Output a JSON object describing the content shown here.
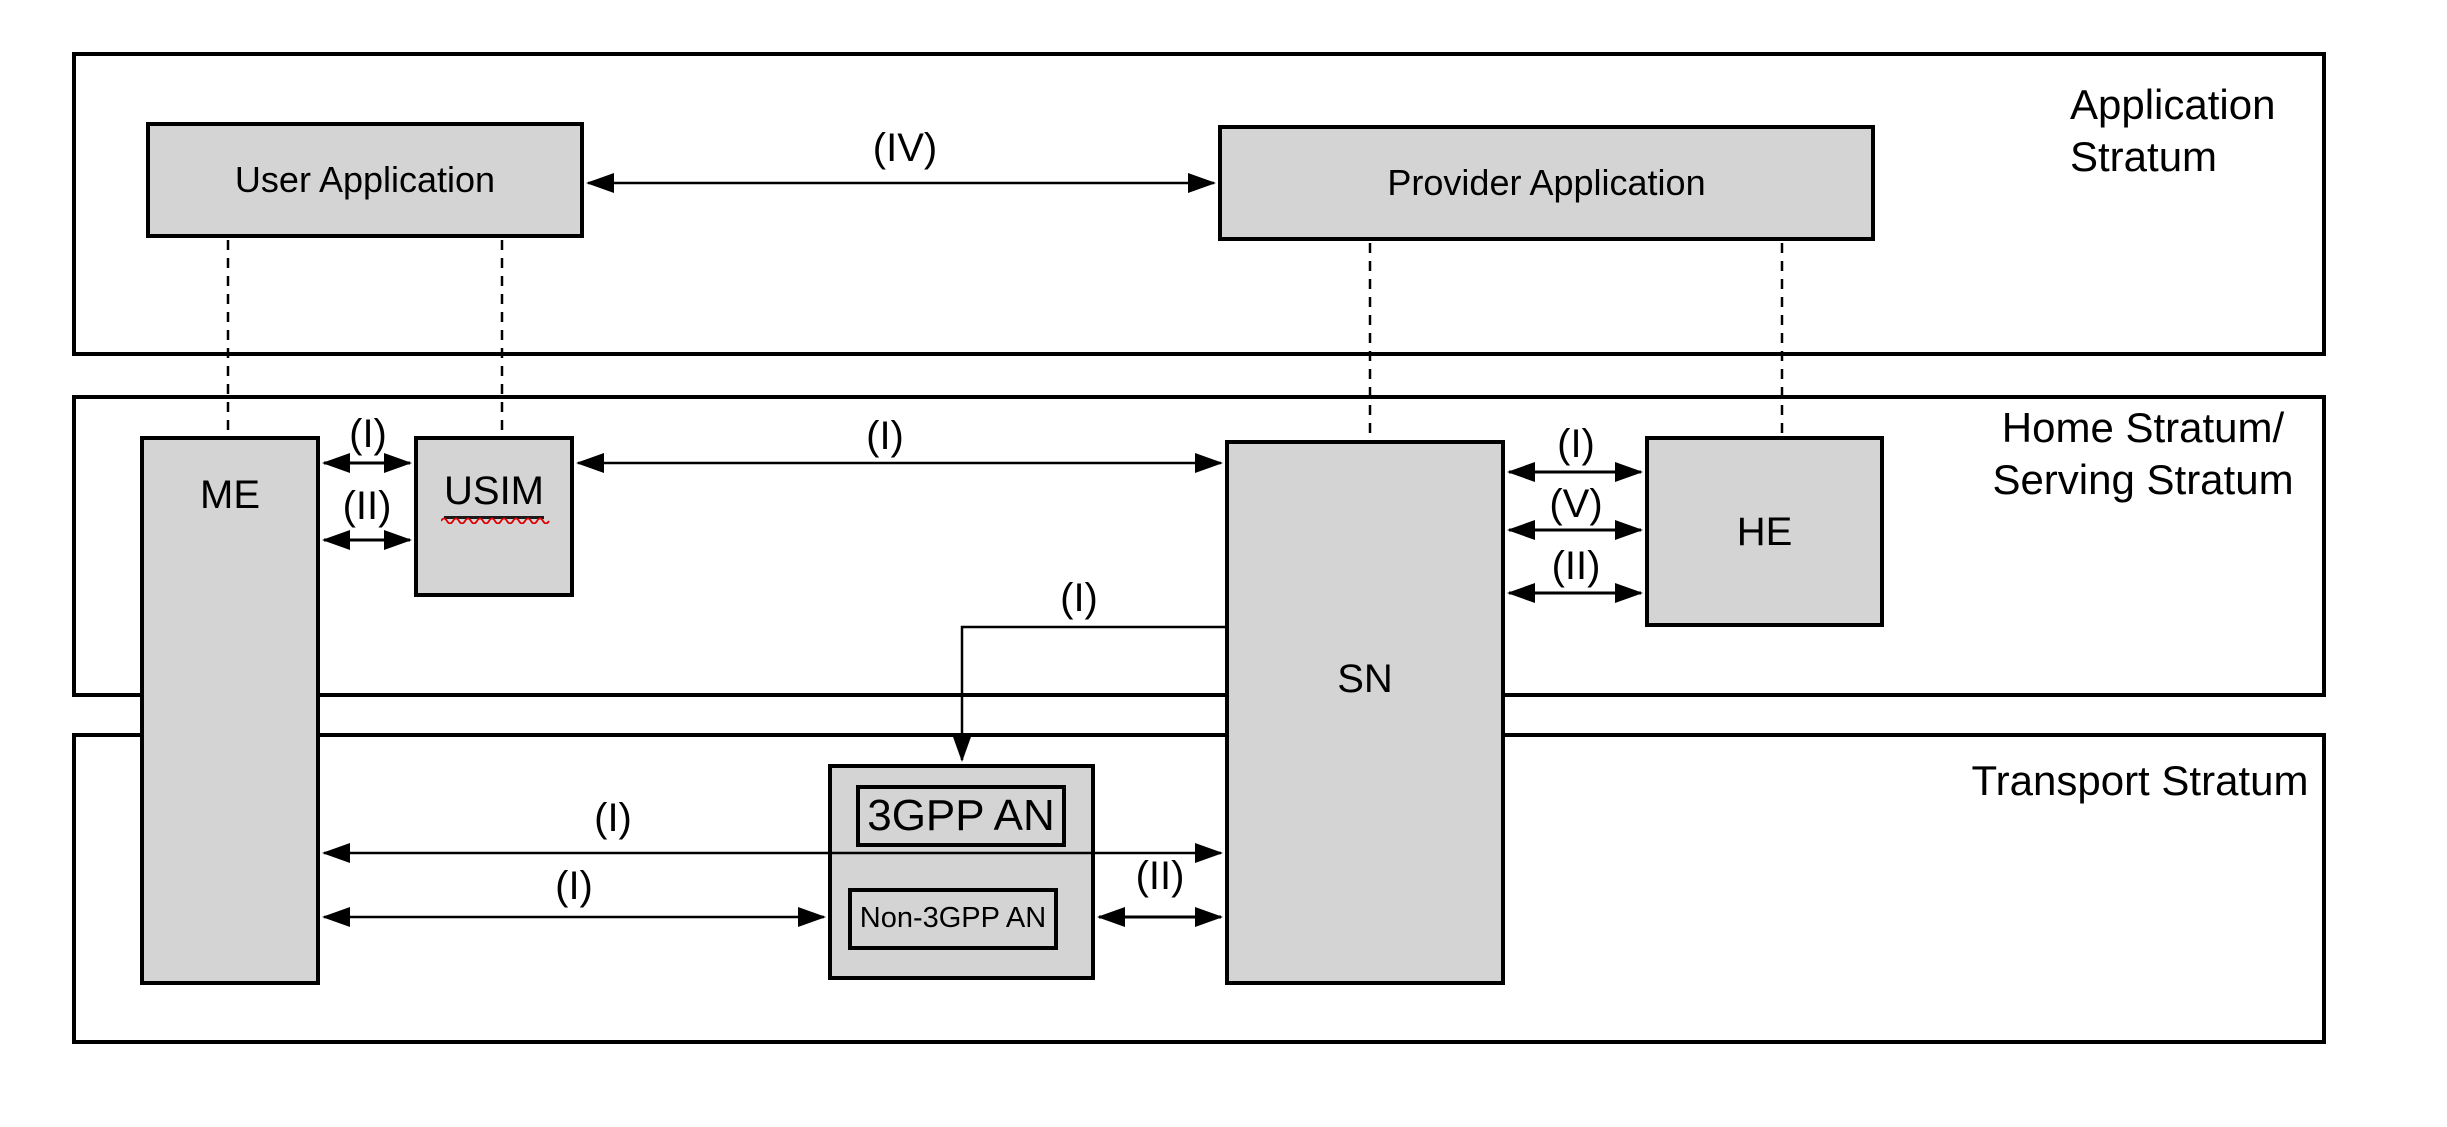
{
  "strata": {
    "application": {
      "line1": "Application",
      "line2": "Stratum"
    },
    "home": {
      "line1": "Home Stratum/",
      "line2": "Serving Stratum"
    },
    "transport": {
      "label": "Transport Stratum"
    }
  },
  "nodes": {
    "user_application": {
      "label": "User Application"
    },
    "provider_application": {
      "label": "Provider Application"
    },
    "me": {
      "label": "ME"
    },
    "usim": {
      "label": "USIM"
    },
    "sn": {
      "label": "SN"
    },
    "he": {
      "label": "HE"
    },
    "gpp_an": {
      "label": "3GPP AN"
    },
    "non_gpp_an": {
      "label": "Non-3GPP AN"
    }
  },
  "iface": {
    "iv": "(IV)",
    "me_usim_i": "(I)",
    "me_usim_ii": "(II)",
    "usim_sn_i": "(I)",
    "sn_he_i": "(I)",
    "sn_he_v": "(V)",
    "sn_he_ii": "(II)",
    "sn_an_i": "(I)",
    "me_sn_i": "(I)",
    "me_an_i": "(I)",
    "an_sn_ii": "(II)"
  },
  "colors": {
    "node_fill": "#d4d4d4",
    "line": "#000000",
    "squiggle": "#e00000"
  }
}
